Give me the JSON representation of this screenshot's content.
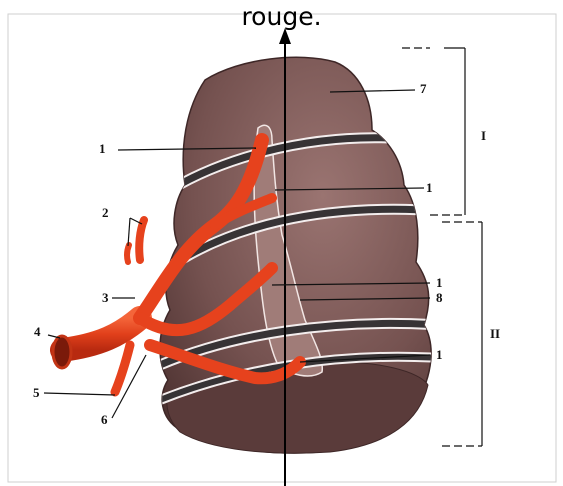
{
  "caption": "rouge.",
  "labels": {
    "n1a": "1",
    "n1b": "1",
    "n1c": "1",
    "n1d": "1",
    "n2": "2",
    "n3": "3",
    "n4": "4",
    "n5": "5",
    "n6": "6",
    "n7": "7",
    "n8": "8"
  },
  "segments": {
    "upper": "I",
    "lower": "II"
  },
  "colors": {
    "organ": "#7a5552",
    "organ_dark": "#4a2e2d",
    "artery": "#e8431e",
    "hilum": "#9a7370",
    "band": "#3c3a3b"
  }
}
